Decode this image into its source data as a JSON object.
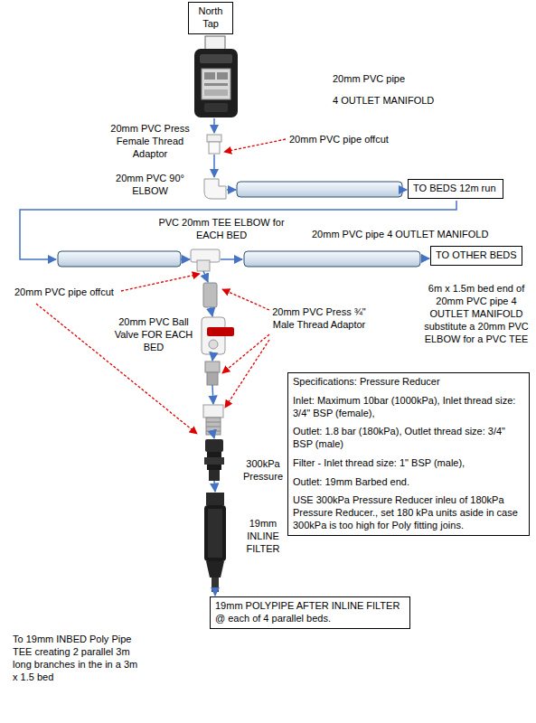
{
  "diagram": {
    "nodes": [
      {
        "text": [
          "North Tap"
        ]
      },
      {
        "text": [
          "TO BEDS 12m run"
        ]
      },
      {
        "text": [
          "TO OTHER BEDS"
        ]
      },
      {
        "text": [
          "Specifications: Pressure Reducer",
          "Inlet: Maximum 10bar (1000kPa), Inlet thread size: 3/4\" BSP (female),",
          "Outlet: 1.8 bar (180kPa), Outlet thread size: 3/4\" BSP (male)",
          "Filter - Inlet thread size: 1\" BSP (male),",
          "Outlet: 19mm Barbed end.",
          "USE 300kPa Pressure Reducer inleu of 180kPa Pressure Reducer., set 180 kPa units aside in case 300kPa is too high for Poly fitting joins."
        ]
      },
      {
        "text": [
          "19mm POLYPIPE AFTER INLINE FILTER @ each of 4 parallel beds."
        ]
      }
    ],
    "labels": [
      "20mm PVC pipe",
      "4 OUTLET MANIFOLD",
      "20mm PVC Press Female Thread Adaptor",
      "20mm PVC pipe offcut",
      "20mm PVC 90° ELBOW",
      "PVC 20mm TEE ELBOW for EACH BED",
      "20mm PVC pipe 4 OUTLET MANIFOLD",
      "6m x 1.5m bed end of 20mm PVC pipe 4 OUTLET MANIFOLD substitute a 20mm PVC ELBOW for a PVC TEE",
      "20mm PVC pipe offcut",
      "20mm PVC Ball Valve FOR EACH BED",
      "20mm PVC Press ¾\" Male Thread Adaptor",
      "300kPa Pressure",
      "19mm INLINE FILTER",
      "To 19mm INBED Poly Pipe TEE creating 2 parallel 3m long branches in the in a 3m x 1.5 bed"
    ]
  }
}
